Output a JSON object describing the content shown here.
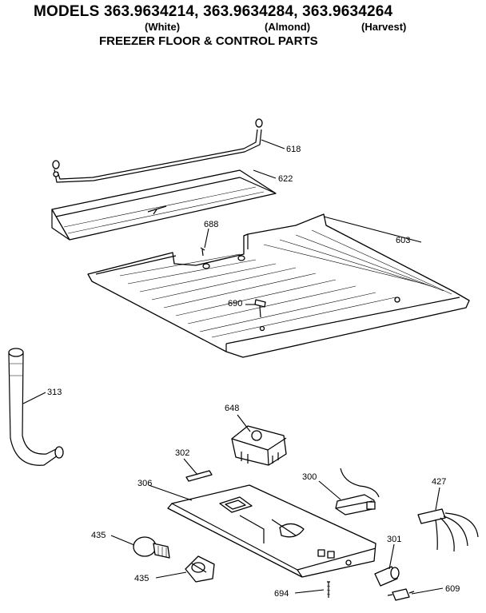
{
  "header": {
    "title": "MODELS 363.9634214, 363.9634284, 363.9634264",
    "variants": [
      "(White)",
      "(Almond)",
      "(Harvest)"
    ],
    "subtitle": "FREEZER FLOOR & CONTROL PARTS"
  },
  "parts": [
    {
      "id": "618",
      "label": "618"
    },
    {
      "id": "622",
      "label": "622"
    },
    {
      "id": "688",
      "label": "688"
    },
    {
      "id": "603",
      "label": "603"
    },
    {
      "id": "690",
      "label": "690"
    },
    {
      "id": "313",
      "label": "313"
    },
    {
      "id": "648",
      "label": "648"
    },
    {
      "id": "302",
      "label": "302"
    },
    {
      "id": "306",
      "label": "306"
    },
    {
      "id": "300",
      "label": "300"
    },
    {
      "id": "427",
      "label": "427"
    },
    {
      "id": "435a",
      "label": "435"
    },
    {
      "id": "435b",
      "label": "435"
    },
    {
      "id": "301",
      "label": "301"
    },
    {
      "id": "694",
      "label": "694"
    },
    {
      "id": "609",
      "label": "609"
    }
  ]
}
